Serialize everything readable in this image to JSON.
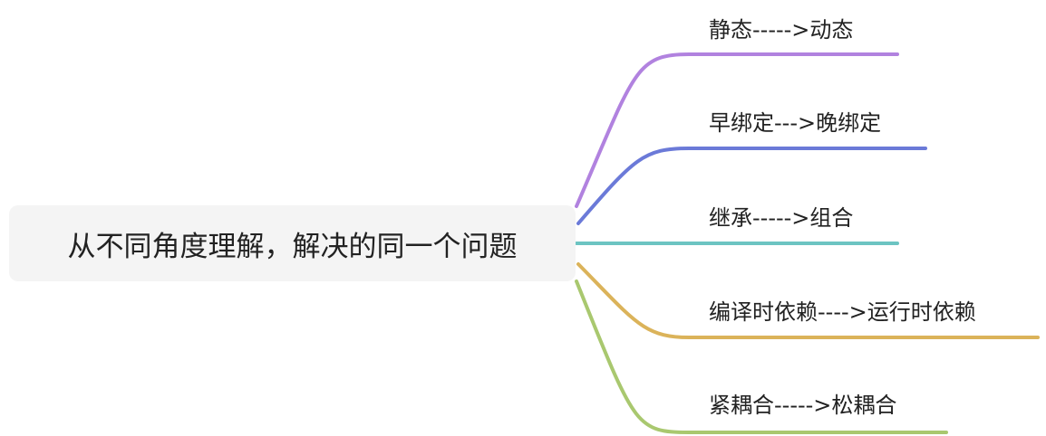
{
  "root": {
    "label": "从不同角度理解，解决的同一个问题"
  },
  "branches": [
    {
      "label": "静态----->动态",
      "color": "#b182df"
    },
    {
      "label": "早绑定--->晚绑定",
      "color": "#6b7ad8"
    },
    {
      "label": "继承----->组合",
      "color": "#6cc4c2"
    },
    {
      "label": "编译时依赖---->运行时依赖",
      "color": "#dbb35a"
    },
    {
      "label": "紧耦合----->松耦合",
      "color": "#a9c86f"
    }
  ]
}
